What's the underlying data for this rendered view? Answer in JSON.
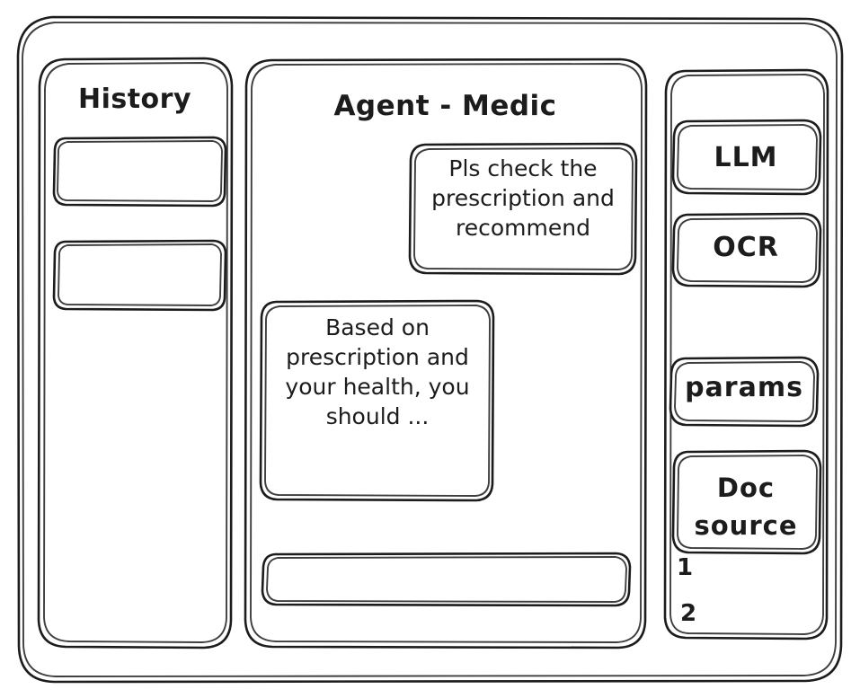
{
  "window": {
    "name": "agent-wireframe-window"
  },
  "sidebar": {
    "title": "History",
    "items": [
      {
        "label": "",
        "name": "history-item-1"
      },
      {
        "label": "",
        "name": "history-item-2"
      }
    ]
  },
  "main": {
    "title": "Agent - Medic",
    "messages": [
      {
        "role": "user",
        "text": "Pls check the\nprescription\nand recommend"
      },
      {
        "role": "agent",
        "text": "Based on\nprescription\nand your\nhealth, you\nshould ..."
      }
    ],
    "composer": {
      "value": "",
      "placeholder": ""
    }
  },
  "tools": {
    "buttons": [
      {
        "label": "LLM"
      },
      {
        "label": "OCR"
      },
      {
        "label": "params"
      },
      {
        "label": "Doc\nsource"
      }
    ],
    "doc_sources": [
      {
        "label": "1"
      },
      {
        "label": "2"
      }
    ]
  },
  "style": {
    "stroke": "#1c1c1c",
    "background": "#ffffff"
  }
}
